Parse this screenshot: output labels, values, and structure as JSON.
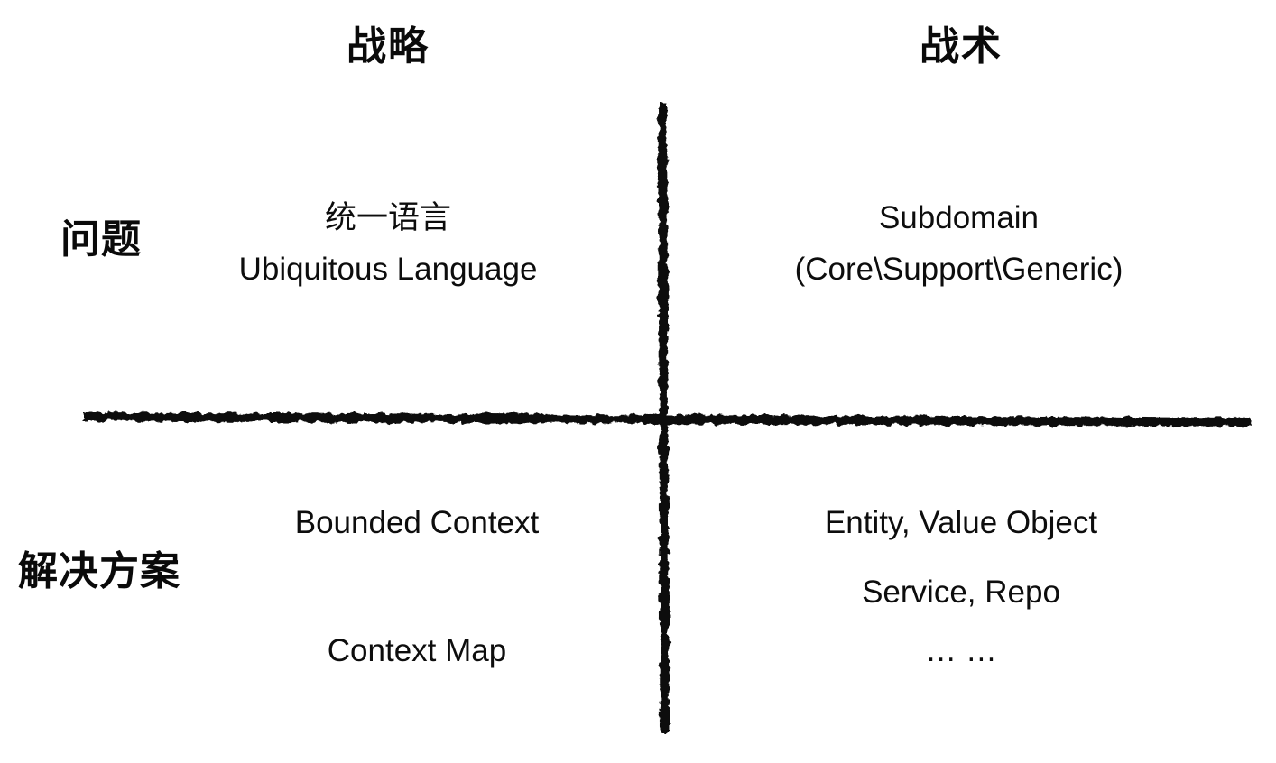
{
  "diagram": {
    "column_headers": {
      "left": "战略",
      "right": "战术"
    },
    "row_labels": {
      "top": "问题",
      "bottom": "解决方案"
    },
    "quadrants": {
      "top_left": {
        "lines": [
          "统一语言",
          "Ubiquitous Language"
        ]
      },
      "top_right": {
        "lines": [
          "Subdomain",
          "(Core\\Support\\Generic)"
        ]
      },
      "bottom_left": {
        "lines": [
          "Bounded Context",
          "Context Map"
        ]
      },
      "bottom_right": {
        "lines": [
          "Entity, Value Object",
          "Service, Repo",
          "… …"
        ]
      }
    },
    "colors": {
      "background": "#ffffff",
      "ink": "#0a0a0a"
    }
  }
}
